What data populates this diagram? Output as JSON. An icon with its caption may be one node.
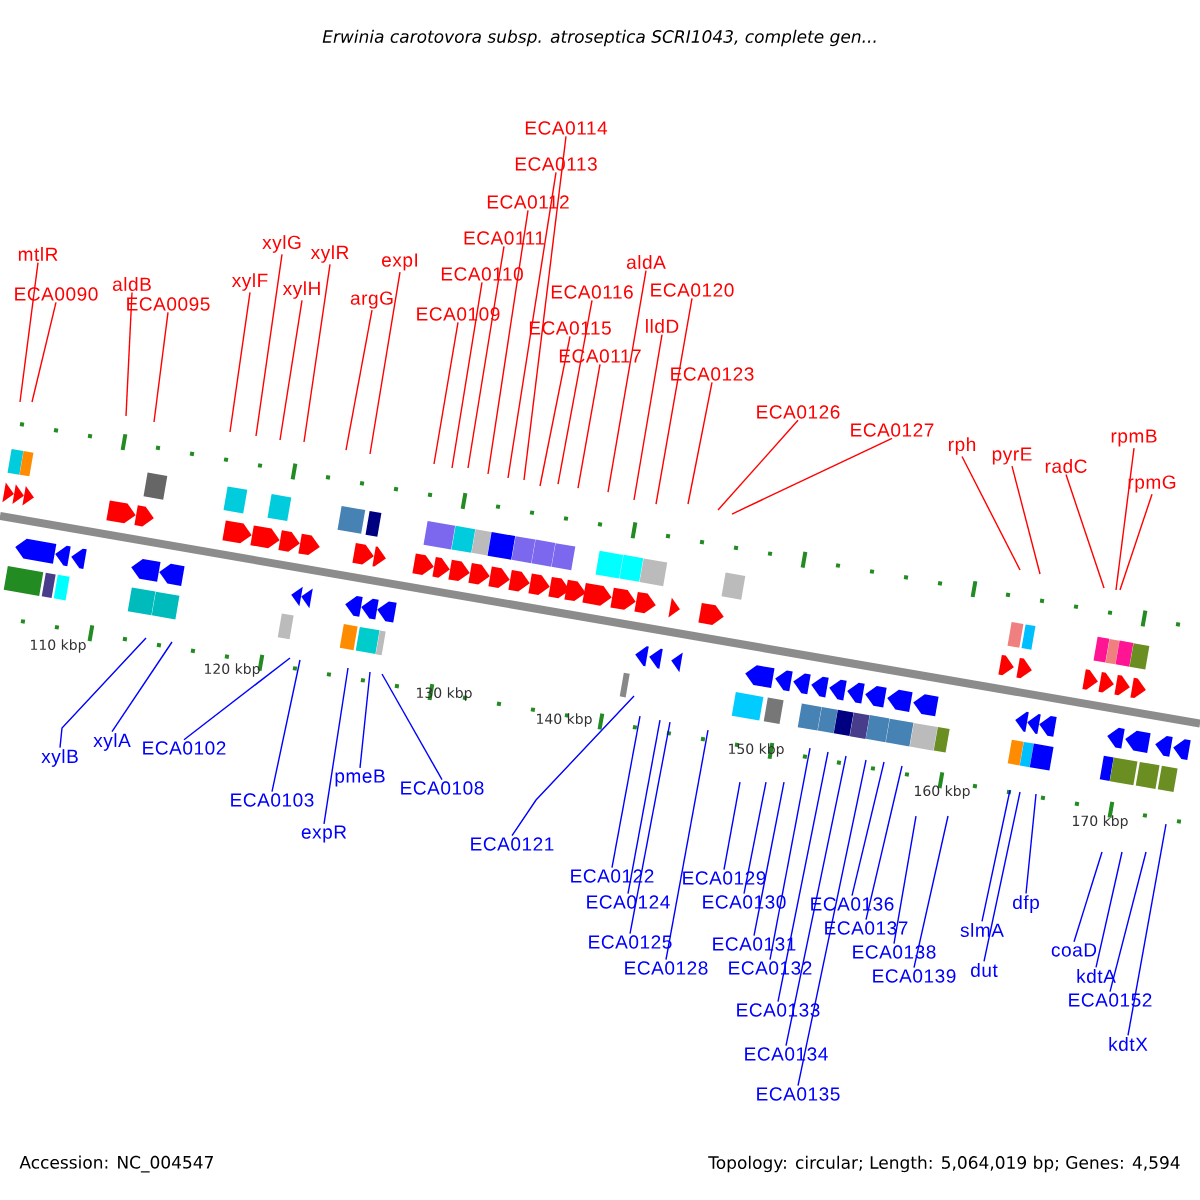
{
  "diagram": {
    "title": "Erwinia carotovora subsp. atroseptica SCRI1043, complete gen...",
    "nodes": [
      {
        "text": [
          "mtlR"
        ]
      },
      {
        "text": [
          "ECA0090"
        ]
      },
      {
        "text": [
          "aldB"
        ]
      },
      {
        "text": [
          "ECA0095"
        ]
      },
      {
        "text": [
          "xylF"
        ]
      },
      {
        "text": [
          "xylG"
        ]
      },
      {
        "text": [
          "xylH"
        ]
      },
      {
        "text": [
          "xylR"
        ]
      },
      {
        "text": [
          "argG"
        ]
      },
      {
        "text": [
          "expI"
        ]
      },
      {
        "text": [
          "ECA0109"
        ]
      },
      {
        "text": [
          "ECA0110"
        ]
      },
      {
        "text": [
          "ECA0111"
        ]
      },
      {
        "text": [
          "ECA0112"
        ]
      },
      {
        "text": [
          "ECA0113"
        ]
      },
      {
        "text": [
          "ECA0114"
        ]
      },
      {
        "text": [
          "ECA0115"
        ]
      },
      {
        "text": [
          "ECA0116"
        ]
      },
      {
        "text": [
          "ECA0117"
        ]
      },
      {
        "text": [
          "aldA"
        ]
      },
      {
        "text": [
          "lldD"
        ]
      },
      {
        "text": [
          "ECA0120"
        ]
      },
      {
        "text": [
          "ECA0123"
        ]
      },
      {
        "text": [
          "ECA0126"
        ]
      },
      {
        "text": [
          "ECA0127"
        ]
      },
      {
        "text": [
          "rph"
        ]
      },
      {
        "text": [
          "pyrE"
        ]
      },
      {
        "text": [
          "radC"
        ]
      },
      {
        "text": [
          "rpmB"
        ]
      },
      {
        "text": [
          "rpmG"
        ]
      },
      {
        "text": [
          "xylB"
        ]
      },
      {
        "text": [
          "xylA"
        ]
      },
      {
        "text": [
          "ECA0102"
        ]
      },
      {
        "text": [
          "ECA0103"
        ]
      },
      {
        "text": [
          "expR"
        ]
      },
      {
        "text": [
          "pmeB"
        ]
      },
      {
        "text": [
          "ECA0108"
        ]
      },
      {
        "text": [
          "ECA0121"
        ]
      },
      {
        "text": [
          "ECA0122"
        ]
      },
      {
        "text": [
          "ECA0124"
        ]
      },
      {
        "text": [
          "ECA0125"
        ]
      },
      {
        "text": [
          "ECA0128"
        ]
      },
      {
        "text": [
          "ECA0129"
        ]
      },
      {
        "text": [
          "ECA0130"
        ]
      },
      {
        "text": [
          "ECA0131"
        ]
      },
      {
        "text": [
          "ECA0132"
        ]
      },
      {
        "text": [
          "ECA0133"
        ]
      },
      {
        "text": [
          "ECA0134"
        ]
      },
      {
        "text": [
          "ECA0135"
        ]
      },
      {
        "text": [
          "ECA0136"
        ]
      },
      {
        "text": [
          "ECA0137"
        ]
      },
      {
        "text": [
          "ECA0138"
        ]
      },
      {
        "text": [
          "ECA0139"
        ]
      },
      {
        "text": [
          "slmA"
        ]
      },
      {
        "text": [
          "dut"
        ]
      },
      {
        "text": [
          "dfp"
        ]
      },
      {
        "text": [
          "coaD"
        ]
      },
      {
        "text": [
          "kdtA"
        ]
      },
      {
        "text": [
          "ECA0152"
        ]
      },
      {
        "text": [
          "kdtX"
        ]
      }
    ],
    "edges": [
      {
        "from": 0,
        "to": null,
        "arrow": "none",
        "color": "#ff0000"
      },
      {
        "from": 1,
        "to": null,
        "arrow": "none",
        "color": "#ff0000"
      },
      {
        "from": 2,
        "to": null,
        "arrow": "none",
        "color": "#ff0000"
      },
      {
        "from": 3,
        "to": null,
        "arrow": "none",
        "color": "#ff0000"
      },
      {
        "from": 4,
        "to": null,
        "arrow": "none",
        "color": "#ff0000"
      },
      {
        "from": 5,
        "to": null,
        "arrow": "none",
        "color": "#ff0000"
      },
      {
        "from": 6,
        "to": null,
        "arrow": "none",
        "color": "#ff0000"
      },
      {
        "from": 7,
        "to": null,
        "arrow": "none",
        "color": "#ff0000"
      },
      {
        "from": 8,
        "to": null,
        "arrow": "none",
        "color": "#ff0000"
      },
      {
        "from": 9,
        "to": null,
        "arrow": "none",
        "color": "#ff0000"
      },
      {
        "from": 10,
        "to": null,
        "arrow": "none",
        "color": "#ff0000"
      },
      {
        "from": 11,
        "to": null,
        "arrow": "none",
        "color": "#ff0000"
      },
      {
        "from": 12,
        "to": null,
        "arrow": "none",
        "color": "#ff0000"
      },
      {
        "from": 13,
        "to": null,
        "arrow": "none",
        "color": "#ff0000"
      },
      {
        "from": 14,
        "to": null,
        "arrow": "none",
        "color": "#ff0000"
      },
      {
        "from": 15,
        "to": null,
        "arrow": "none",
        "color": "#ff0000"
      },
      {
        "from": 16,
        "to": null,
        "arrow": "none",
        "color": "#ff0000"
      },
      {
        "from": 17,
        "to": null,
        "arrow": "none",
        "color": "#ff0000"
      },
      {
        "from": 18,
        "to": null,
        "arrow": "none",
        "color": "#ff0000"
      },
      {
        "from": 19,
        "to": null,
        "arrow": "none",
        "color": "#ff0000"
      },
      {
        "from": 20,
        "to": null,
        "arrow": "none",
        "color": "#ff0000"
      },
      {
        "from": 21,
        "to": null,
        "arrow": "none",
        "color": "#ff0000"
      },
      {
        "from": 22,
        "to": null,
        "arrow": "none",
        "color": "#ff0000"
      },
      {
        "from": 23,
        "to": null,
        "arrow": "none",
        "color": "#ff0000"
      },
      {
        "from": 24,
        "to": null,
        "arrow": "none",
        "color": "#ff0000"
      },
      {
        "from": 25,
        "to": null,
        "arrow": "none",
        "color": "#ff0000"
      },
      {
        "from": 26,
        "to": null,
        "arrow": "none",
        "color": "#ff0000"
      },
      {
        "from": 27,
        "to": null,
        "arrow": "none",
        "color": "#ff0000"
      },
      {
        "from": 28,
        "to": null,
        "arrow": "none",
        "color": "#ff0000"
      },
      {
        "from": 29,
        "to": null,
        "arrow": "none",
        "color": "#ff0000"
      },
      {
        "from": 30,
        "to": null,
        "arrow": "none",
        "color": "#0000ff"
      },
      {
        "from": 31,
        "to": null,
        "arrow": "none",
        "color": "#0000ff"
      },
      {
        "from": 32,
        "to": null,
        "arrow": "none",
        "color": "#0000ff"
      },
      {
        "from": 33,
        "to": null,
        "arrow": "none",
        "color": "#0000ff"
      },
      {
        "from": 34,
        "to": null,
        "arrow": "none",
        "color": "#0000ff"
      },
      {
        "from": 35,
        "to": null,
        "arrow": "none",
        "color": "#0000ff"
      },
      {
        "from": 36,
        "to": null,
        "arrow": "none",
        "color": "#0000ff"
      },
      {
        "from": 37,
        "to": null,
        "arrow": "none",
        "color": "#0000ff"
      },
      {
        "from": 38,
        "to": null,
        "arrow": "none",
        "color": "#0000ff"
      },
      {
        "from": 39,
        "to": null,
        "arrow": "none",
        "color": "#0000ff"
      },
      {
        "from": 40,
        "to": null,
        "arrow": "none",
        "color": "#0000ff"
      },
      {
        "from": 41,
        "to": null,
        "arrow": "none",
        "color": "#0000ff"
      },
      {
        "from": 42,
        "to": null,
        "arrow": "none",
        "color": "#0000ff"
      },
      {
        "from": 43,
        "to": null,
        "arrow": "none",
        "color": "#0000ff"
      },
      {
        "from": 44,
        "to": null,
        "arrow": "none",
        "color": "#0000ff"
      },
      {
        "from": 45,
        "to": null,
        "arrow": "none",
        "color": "#0000ff"
      },
      {
        "from": 46,
        "to": null,
        "arrow": "none",
        "color": "#0000ff"
      },
      {
        "from": 47,
        "to": null,
        "arrow": "none",
        "color": "#0000ff"
      },
      {
        "from": 48,
        "to": null,
        "arrow": "none",
        "color": "#0000ff"
      },
      {
        "from": 49,
        "to": null,
        "arrow": "none",
        "color": "#0000ff"
      },
      {
        "from": 50,
        "to": null,
        "arrow": "none",
        "color": "#0000ff"
      },
      {
        "from": 51,
        "to": null,
        "arrow": "none",
        "color": "#0000ff"
      },
      {
        "from": 52,
        "to": null,
        "arrow": "none",
        "color": "#0000ff"
      },
      {
        "from": 53,
        "to": null,
        "arrow": "none",
        "color": "#0000ff"
      },
      {
        "from": 54,
        "to": null,
        "arrow": "none",
        "color": "#0000ff"
      },
      {
        "from": 55,
        "to": null,
        "arrow": "none",
        "color": "#0000ff"
      },
      {
        "from": 56,
        "to": null,
        "arrow": "none",
        "color": "#0000ff"
      },
      {
        "from": 57,
        "to": null,
        "arrow": "none",
        "color": "#0000ff"
      },
      {
        "from": 58,
        "to": null,
        "arrow": "none",
        "color": "#0000ff"
      },
      {
        "from": 59,
        "to": null,
        "arrow": "none",
        "color": "#0000ff"
      }
    ],
    "labels": [
      "110 kbp",
      "120 kbp",
      "130 kbp",
      "140 kbp",
      "150 kbp",
      "160 kbp",
      "170 kbp",
      "Accession: NC_004547",
      "Topology: circular; Length: 5,064,019 bp; Genes: 4,594"
    ]
  }
}
